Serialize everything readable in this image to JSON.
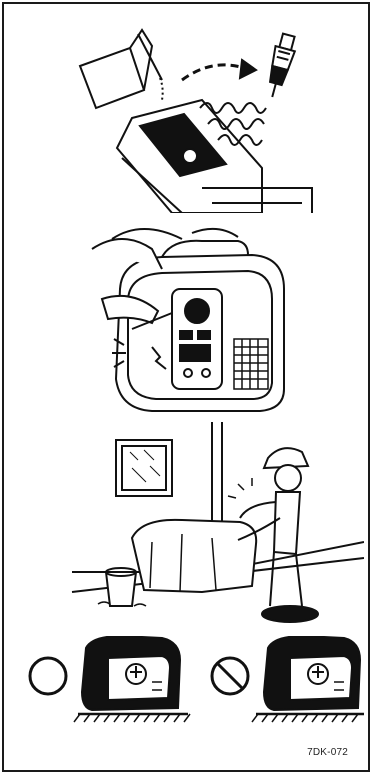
{
  "figure": {
    "code_label": "7DK-072",
    "panels": [
      {
        "name": "spark-plug-oil-step",
        "icon": "oil-into-cylinder-and-spark-plug-illustration"
      },
      {
        "name": "pull-recoil-starter-step",
        "icon": "hand-pulling-starter-illustration"
      },
      {
        "name": "storage-cover-step",
        "icon": "covered-generator-in-storage-illustration"
      },
      {
        "name": "storage-position",
        "icons": [
          "allowed-circle-icon",
          "prohibited-circle-icon"
        ]
      }
    ]
  }
}
